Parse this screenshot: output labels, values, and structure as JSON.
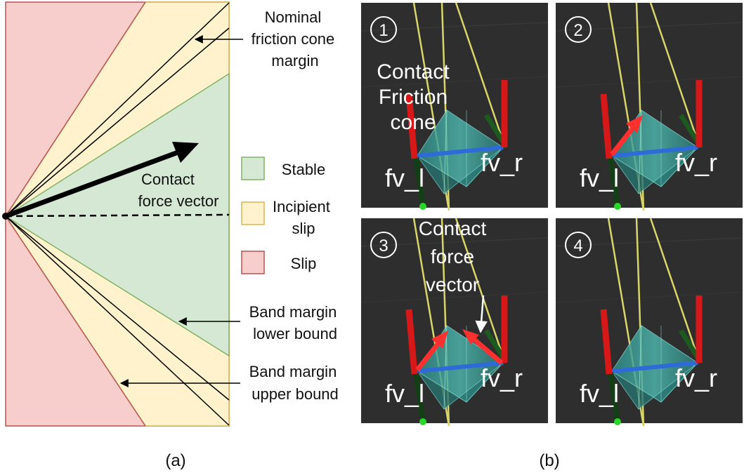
{
  "panel_a": {
    "label": "(a)",
    "annotations": {
      "nominal": [
        "Nominal",
        "friction cone",
        "margin"
      ],
      "contact_force": [
        "Contact",
        "force vector"
      ],
      "band_lower": [
        "Band margin",
        "lower bound"
      ],
      "band_upper": [
        "Band margin",
        "upper bound"
      ]
    },
    "legend": [
      {
        "label_lines": [
          "Stable"
        ],
        "fill": "#d5e8d4",
        "stroke": "#82b366"
      },
      {
        "label_lines": [
          "Incipient",
          "slip"
        ],
        "fill": "#fff2cc",
        "stroke": "#d6b656"
      },
      {
        "label_lines": [
          "Slip"
        ],
        "fill": "#f8cecc",
        "stroke": "#b85450"
      }
    ],
    "colors": {
      "stable": "#d5e8d4",
      "incipient": "#fff2cc",
      "slip": "#f8cecc"
    }
  },
  "panel_b": {
    "label": "(b)",
    "frames": [
      {
        "number": "1",
        "left_label": "fv_l",
        "right_label": "fv_r",
        "caption_lines": [
          "Contact",
          "Friction",
          "cone"
        ],
        "arrows": []
      },
      {
        "number": "2",
        "left_label": "fv_l",
        "right_label": "fv_r",
        "caption_lines": [],
        "arrows": [
          "left"
        ]
      },
      {
        "number": "3",
        "left_label": "fv_l",
        "right_label": "fv_r",
        "caption_lines": [
          "Contact",
          "force",
          "vector"
        ],
        "arrows": [
          "left",
          "right"
        ]
      },
      {
        "number": "4",
        "left_label": "fv_l",
        "right_label": "fv_r",
        "caption_lines": [],
        "arrows": []
      }
    ]
  }
}
